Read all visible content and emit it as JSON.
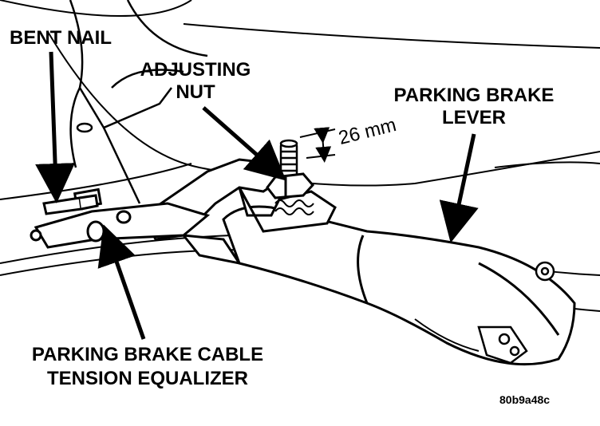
{
  "labels": {
    "bent_nail": "BENT NAIL",
    "adjusting_nut_line1": "ADJUSTING",
    "adjusting_nut_line2": "NUT",
    "dimension": "26 mm",
    "parking_brake_lever_line1": "PARKING BRAKE",
    "parking_brake_lever_line2": "LEVER",
    "equalizer_line1": "PARKING BRAKE CABLE",
    "equalizer_line2": "TENSION EQUALIZER",
    "figure_code": "80b9a48c"
  },
  "colors": {
    "ink": "#000000",
    "paper": "#ffffff"
  }
}
